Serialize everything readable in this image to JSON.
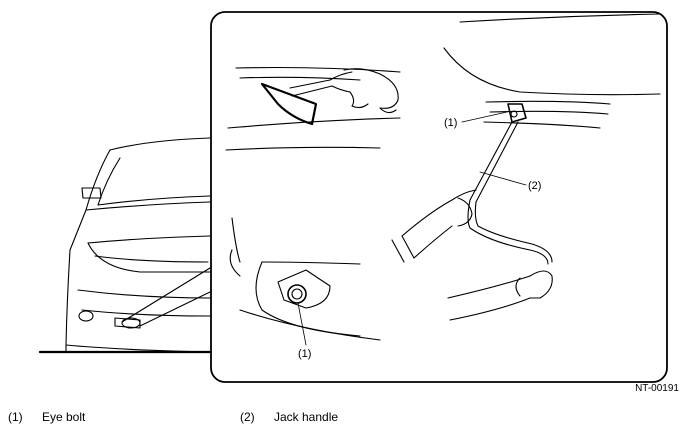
{
  "callouts": {
    "eye_bolt_top": "(1)",
    "jack_handle": "(2)",
    "eye_bolt_bottom": "(1)"
  },
  "figure_code": "NT-00191",
  "legend": [
    {
      "num": "(1)",
      "text": "Eye bolt"
    },
    {
      "num": "(2)",
      "text": "Jack handle"
    }
  ]
}
